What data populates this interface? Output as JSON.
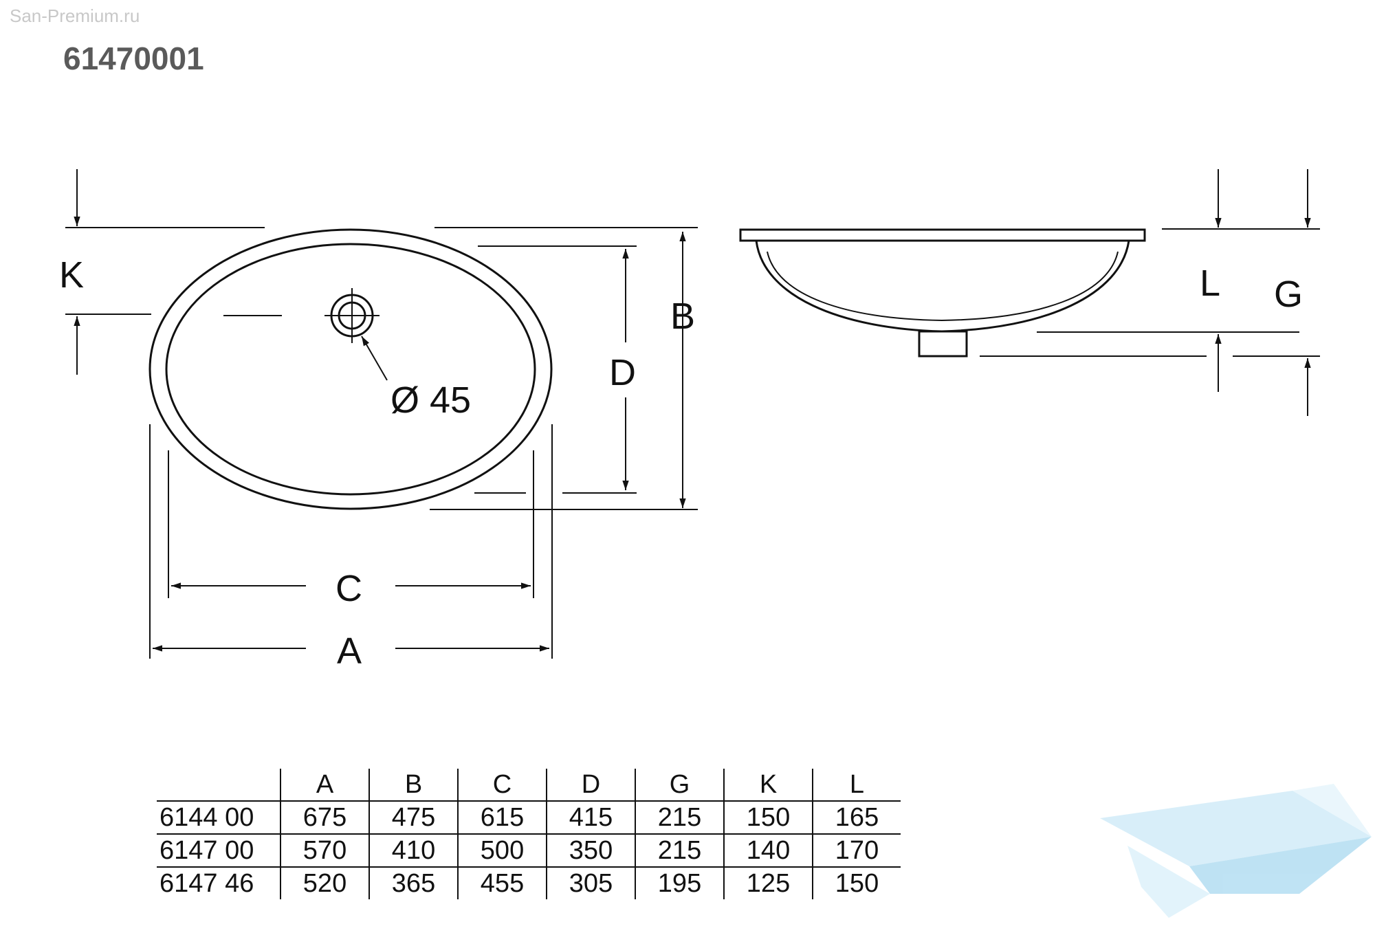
{
  "watermark": "San-Premium.ru",
  "title": "61470001",
  "labels": {
    "K": "K",
    "B": "B",
    "D": "D",
    "C": "C",
    "A": "A",
    "L": "L",
    "G": "G",
    "drain": "Ø 45"
  },
  "table": {
    "columns": [
      "A",
      "B",
      "C",
      "D",
      "G",
      "K",
      "L"
    ],
    "rows": [
      {
        "model": "6144 00",
        "values": [
          "675",
          "475",
          "615",
          "415",
          "215",
          "150",
          "165"
        ]
      },
      {
        "model": "6147 00",
        "values": [
          "570",
          "410",
          "500",
          "350",
          "215",
          "140",
          "170"
        ]
      },
      {
        "model": "6147 46",
        "values": [
          "520",
          "365",
          "455",
          "305",
          "195",
          "125",
          "150"
        ]
      }
    ]
  },
  "colors": {
    "line": "#111111",
    "title": "#5a5a5a",
    "watermark": "#c8c8c8",
    "logo": "#bfe4f5"
  }
}
